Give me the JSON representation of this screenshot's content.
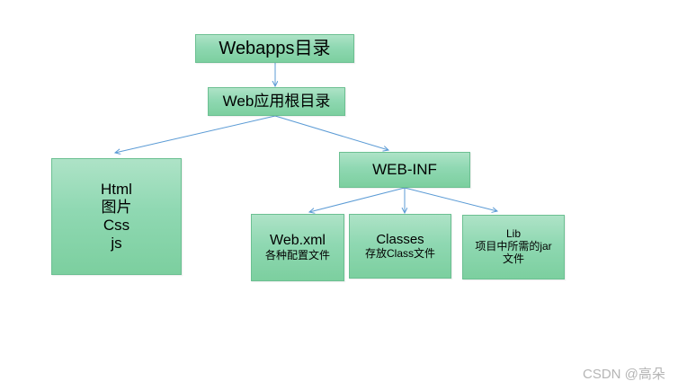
{
  "nodes": {
    "webapps": {
      "label": "Webapps目录"
    },
    "app_root": {
      "label": "Web应用根目录"
    },
    "static": {
      "lines": [
        "Html",
        "图片",
        "Css",
        "js"
      ]
    },
    "web_inf": {
      "label": "WEB-INF"
    },
    "web_xml": {
      "title": "Web.xml",
      "desc": "各种配置文件"
    },
    "classes": {
      "title": "Classes",
      "desc": "存放Class文件"
    },
    "lib": {
      "title": "Lib",
      "desc_line1": "项目中所需的jar",
      "desc_line2": "文件"
    }
  },
  "colors": {
    "box_fill": "#8fd8b2",
    "box_border": "#6cc092",
    "connector": "#5b9bd5"
  },
  "watermark": "CSDN @高朵"
}
